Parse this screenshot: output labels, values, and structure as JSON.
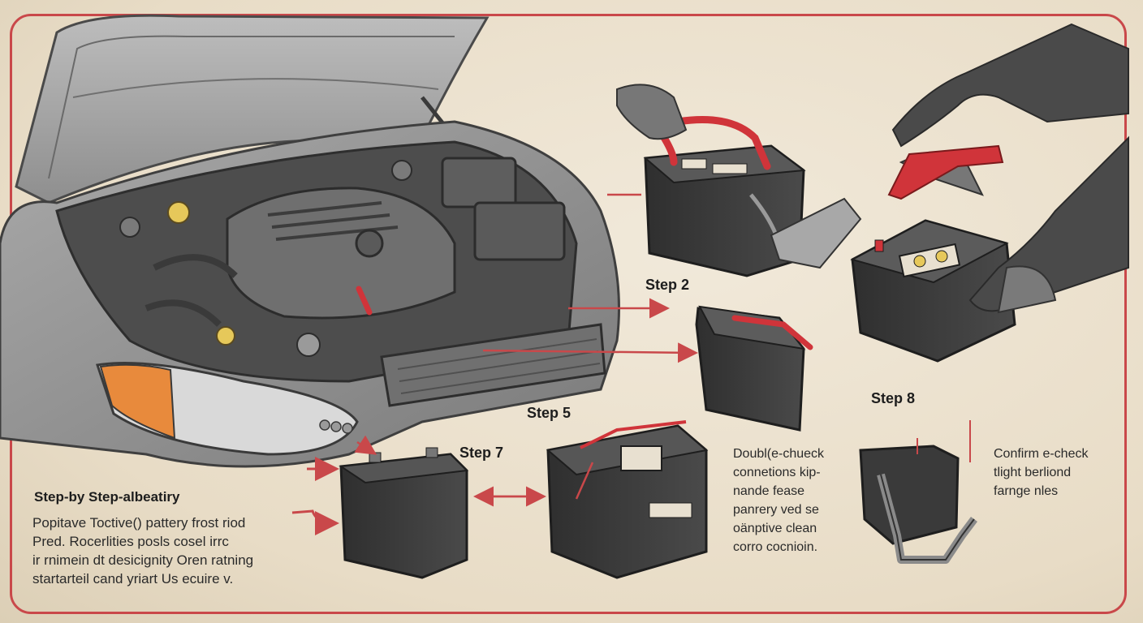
{
  "labels": {
    "step2": "Step 2",
    "step5": "Step 5",
    "step7": "Step 7",
    "step8": "Step  8"
  },
  "intro": {
    "heading": "Step-by Step-albeatiry",
    "lines": [
      "Popitave Toctive() pattery frost riod",
      "Pred. Rocerlities posls cosel irrc",
      "ir rnimein dt desicignity Oren ratning",
      "startarteil cand yriart Us ecuire v."
    ]
  },
  "note_middle": {
    "lines": [
      "Doubl(e-chueck",
      "connetions kip-",
      "nande fease",
      "panrery ved se",
      "oänptive clean",
      "corro cocnioin."
    ]
  },
  "note_right": {
    "lines": [
      "Confirm e-check",
      "tlight berliond",
      "farnge nles"
    ]
  },
  "colors": {
    "frame": "#c9484a",
    "arrow": "#c9484a",
    "terminal": "#d0343a",
    "battery": "#3c3c3c",
    "headlight": "#e88a3c"
  }
}
